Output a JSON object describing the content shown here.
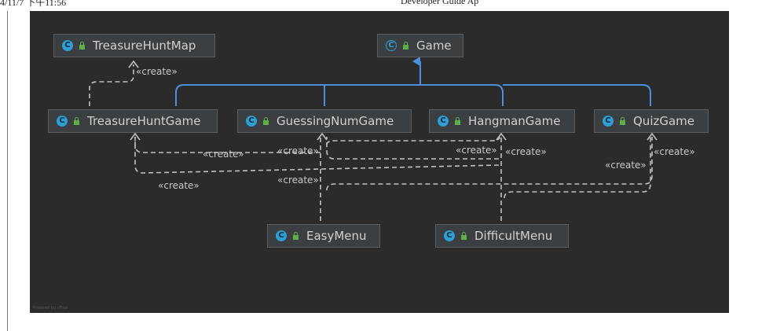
{
  "header": {
    "left": "4/11/7 下午11:56",
    "center": "Developer Guide Ap"
  },
  "classes": {
    "treasure_hunt_map": "TreasureHuntMap",
    "game": "Game",
    "treasure_hunt_game": "TreasureHuntGame",
    "guessing_num_game": "GuessingNumGame",
    "hangman_game": "HangmanGame",
    "quiz_game": "QuizGame",
    "easy_menu": "EasyMenu",
    "difficult_menu": "DifficultMenu"
  },
  "relation_label": "«create»",
  "colors": {
    "background": "#2b2b2b",
    "inheritance": "#4d8fdc",
    "dependency": "#c0c0c0",
    "class_icon": "#2f9ed3"
  },
  "icons": {
    "class": "class-icon",
    "abstract": "abstract-class-icon",
    "visibility": "public-lock-icon"
  }
}
